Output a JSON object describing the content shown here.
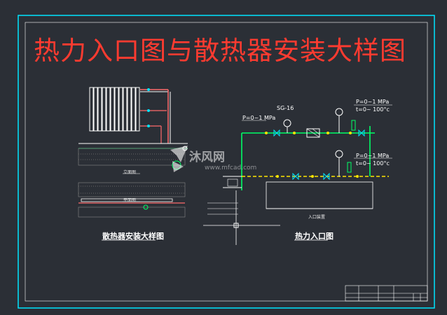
{
  "title": "热力入口图与散热器安装大样图",
  "captions": {
    "left": "散热器安装大样图",
    "right": "热力入口图",
    "left_sub1": "立面图",
    "left_sub2": "平面图",
    "inlet_box": "入口装置"
  },
  "annotations": {
    "valve_tag": "SG-16",
    "pressure_left": "P=0~1   MPa",
    "pressure_top": "P=0~1   MPa",
    "temp_top": "t=0~  100°c",
    "pressure_mid": "P=0~1   MPa",
    "temp_mid": "t=0~  100°c"
  },
  "watermark": {
    "brand": "沐风网",
    "url": "www.mfcad.com"
  },
  "colors": {
    "background": "#2b2f36",
    "frame": "#00e5ff",
    "title": "#ff3b30"
  }
}
